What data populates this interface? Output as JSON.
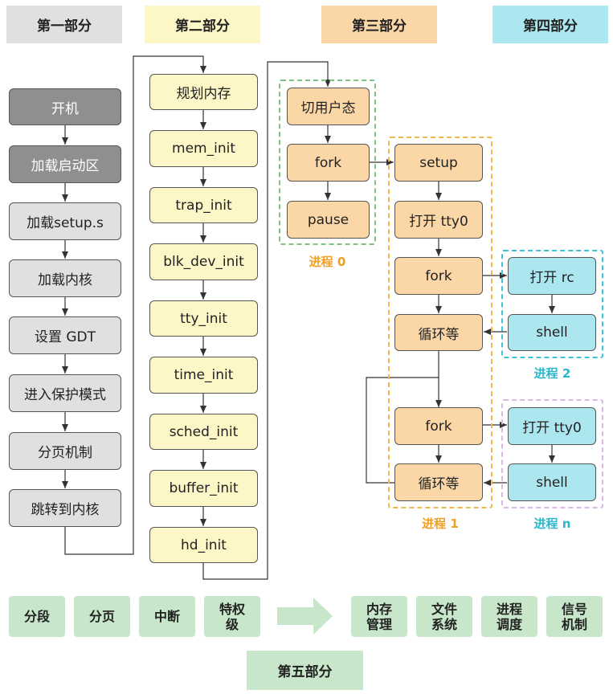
{
  "headers": {
    "part1": "第一部分",
    "part2": "第二部分",
    "part3": "第三部分",
    "part4": "第四部分",
    "part5": "第五部分"
  },
  "part1": [
    "开机",
    "加载启动区",
    "加载setup.s",
    "加载内核",
    "设置 GDT",
    "进入保护模式",
    "分页机制",
    "跳转到内核"
  ],
  "part2": [
    "规划内存",
    "mem_init",
    "trap_init",
    "blk_dev_init",
    "tty_init",
    "time_init",
    "sched_init",
    "buffer_init",
    "hd_init"
  ],
  "process0": {
    "label": "进程 0",
    "steps": [
      "切用户态",
      "fork",
      "pause"
    ]
  },
  "process1": {
    "label": "进程 1",
    "steps": [
      "setup",
      "打开 tty0",
      "fork",
      "循环等",
      "fork",
      "循环等"
    ]
  },
  "process2": {
    "label": "进程 2",
    "steps": [
      "打开 rc",
      "shell"
    ]
  },
  "processN": {
    "label": "进程 n",
    "steps": [
      "打开 tty0",
      "shell"
    ]
  },
  "bottom_left": [
    "分段",
    "分页",
    "中断",
    "特权\n级"
  ],
  "bottom_right": [
    "内存\n管理",
    "文件\n系统",
    "进程\n调度",
    "信号\n机制"
  ],
  "colors": {
    "gray": "#e0e0e0",
    "dark_gray": "#8f8f8f",
    "yellow": "#fdf6c6",
    "orange": "#fbd7a8",
    "cyan": "#ace6ee",
    "green": "#c8e6c9",
    "dash_green": "#7cc47f",
    "dash_orange": "#f2b84b",
    "dash_cyan": "#3cc4d6",
    "dash_purple": "#d9b8e6",
    "label_orange": "#f0a020",
    "label_cyan": "#2ab7cc"
  }
}
